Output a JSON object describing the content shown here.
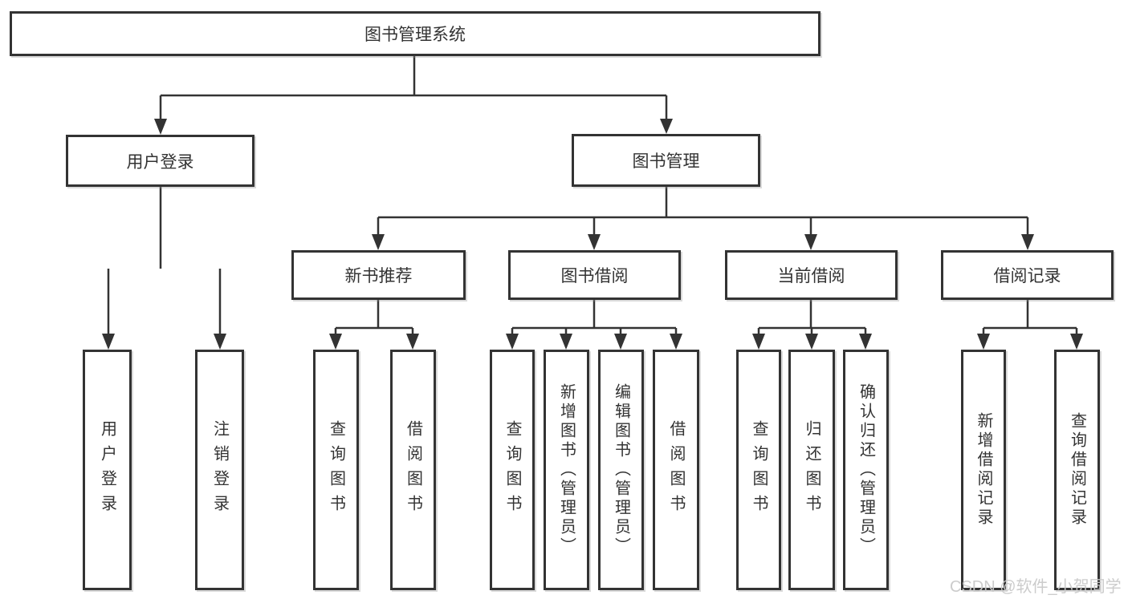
{
  "nodes": {
    "root": "图书管理系统",
    "user_login": "用户登录",
    "book_mgmt": "图书管理",
    "new_book_rec": "新书推荐",
    "book_borrow": "图书借阅",
    "current_borrow": "当前借阅",
    "borrow_records": "借阅记录",
    "leaf_user_login": "用户登录",
    "leaf_logout": "注销登录",
    "leaf_query_books_rec": "查询图书",
    "leaf_borrow_books_rec": "借阅图书",
    "leaf_query_books_borrow": "查询图书",
    "leaf_add_book_admin": "新增图书（管理员）",
    "leaf_edit_book_admin": "编辑图书（管理员）",
    "leaf_borrow_books_borrow": "借阅图书",
    "leaf_query_books_current": "查询图书",
    "leaf_return_book": "归还图书",
    "leaf_confirm_return_admin": "确认归还（管理员）",
    "leaf_add_borrow_record": "新增借阅记录",
    "leaf_query_borrow_record": "查询借阅记录"
  },
  "watermark": {
    "text": "CSDN @软件_小贺同学"
  },
  "colors": {
    "background": "#ffffff",
    "box_fill": "#ffffff",
    "box_border": "#333333",
    "line": "#333333",
    "text": "#333333",
    "watermark": "#c9c9c9"
  }
}
